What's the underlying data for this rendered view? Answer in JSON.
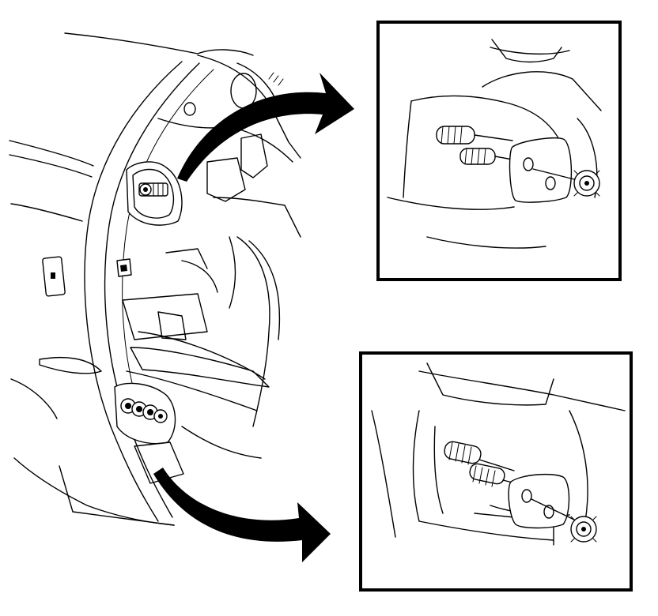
{
  "figure": {
    "kind": "service-illustration",
    "detail_views": [
      {
        "id": "upper",
        "icon": "upper-fastener-detail"
      },
      {
        "id": "lower",
        "icon": "lower-fastener-detail"
      }
    ],
    "arrow_icon": "curved-callout-arrow",
    "colors": {
      "line": "#000000",
      "background": "#ffffff"
    }
  }
}
